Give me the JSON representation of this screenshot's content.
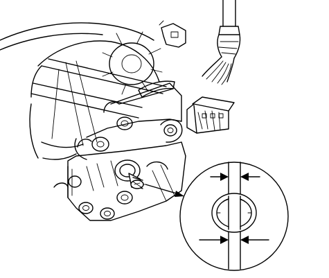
{
  "figure": {
    "components": [
      {
        "id": "blower-fan",
        "icon": "fan-wheel"
      },
      {
        "id": "actuator-housing",
        "icon": "motor-housing"
      },
      {
        "id": "wire-harness-connector",
        "icon": "electrical-connector"
      },
      {
        "id": "output-shaft",
        "icon": "splined-shaft"
      },
      {
        "id": "detail-view",
        "icon": "magnified-circle"
      }
    ],
    "detail": {
      "arrow_count": 4,
      "arrow_color": "#000000"
    },
    "colors": {
      "line": "#000000",
      "background": "#ffffff"
    }
  }
}
